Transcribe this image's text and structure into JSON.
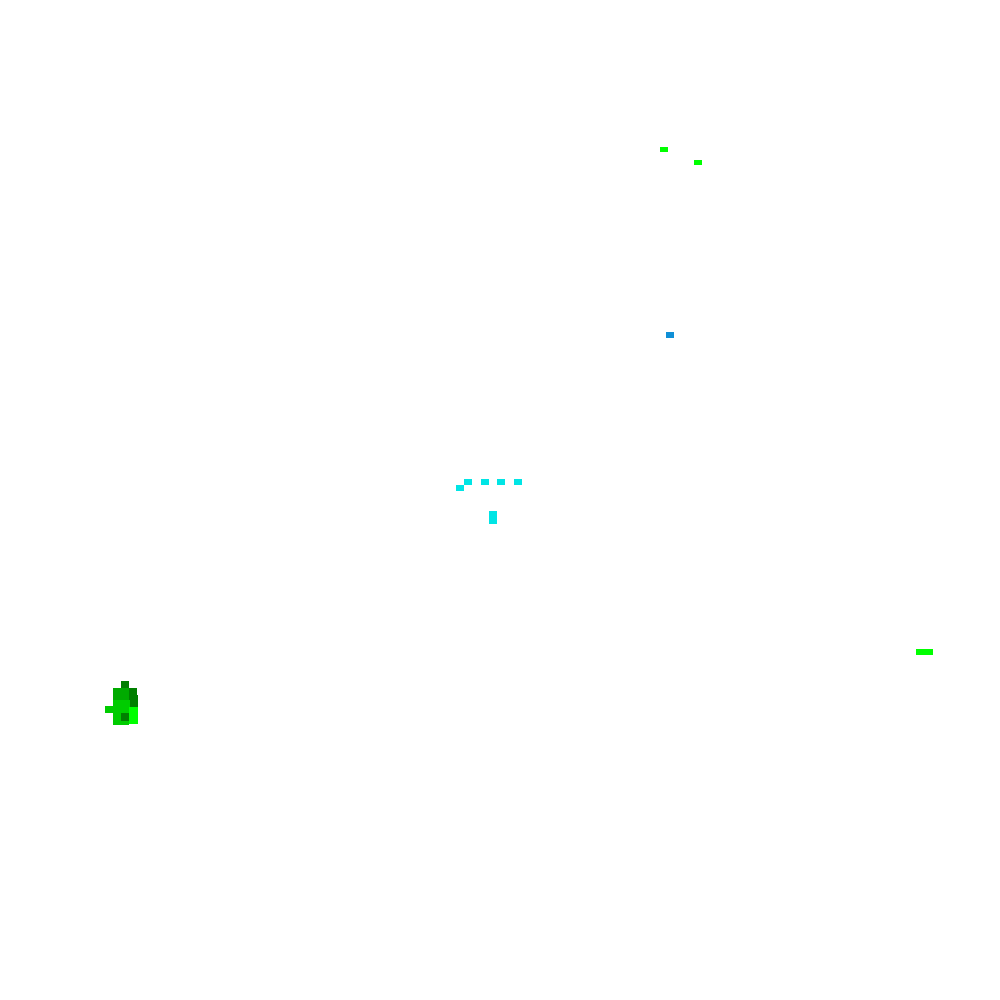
{
  "game": {
    "background_color": "#ffffff"
  },
  "colors": {
    "bright_green": "#00ff00",
    "mid_green": "#00cc00",
    "dark_green": "#007f00",
    "deep_green": "#00aa00",
    "cyan": "#00e5e5",
    "blue": "#0f8fd6"
  },
  "entities": [
    {
      "name": "green-speck-top-left",
      "kind": "bright-green-pixel"
    },
    {
      "name": "green-speck-top-right",
      "kind": "bright-green-pixel"
    },
    {
      "name": "blue-dot",
      "kind": "blue-pixel"
    },
    {
      "name": "cyan-dotted-trail",
      "kind": "cyan-dashes"
    },
    {
      "name": "cyan-block",
      "kind": "cyan-pixel"
    },
    {
      "name": "green-dash-right",
      "kind": "bright-green-pixel"
    },
    {
      "name": "green-sprite-player",
      "kind": "green-blob-sprite"
    }
  ]
}
